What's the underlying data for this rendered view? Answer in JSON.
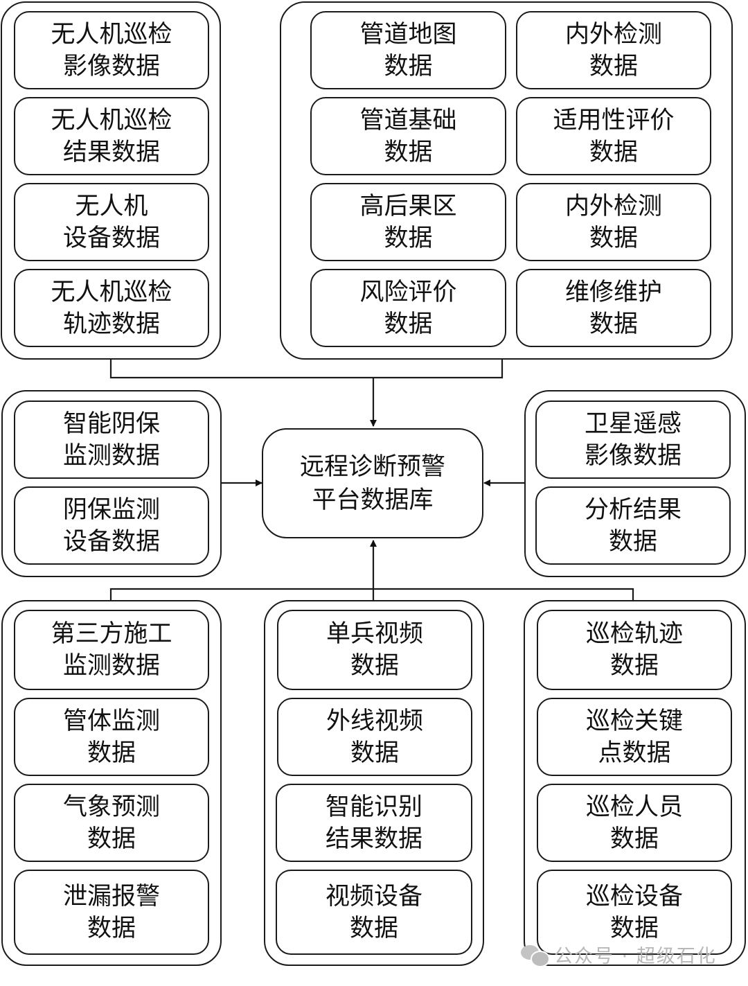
{
  "center": {
    "line1": "远程诊断预警",
    "line2": "平台数据库"
  },
  "groups": {
    "uav": [
      {
        "line1": "无人机巡检",
        "line2": "影像数据"
      },
      {
        "line1": "无人机巡检",
        "line2": "结果数据"
      },
      {
        "line1": "无人机",
        "line2": "设备数据"
      },
      {
        "line1": "无人机巡检",
        "line2": "轨迹数据"
      }
    ],
    "pipeline_left": [
      {
        "line1": "管道地图",
        "line2": "数据"
      },
      {
        "line1": "管道基础",
        "line2": "数据"
      },
      {
        "line1": "高后果区",
        "line2": "数据"
      },
      {
        "line1": "风险评价",
        "line2": "数据"
      }
    ],
    "pipeline_right": [
      {
        "line1": "内外检测",
        "line2": "数据"
      },
      {
        "line1": "适用性评价",
        "line2": "数据"
      },
      {
        "line1": "内外检测",
        "line2": "数据"
      },
      {
        "line1": "维修维护",
        "line2": "数据"
      }
    ],
    "cathodic": [
      {
        "line1": "智能阴保",
        "line2": "监测数据"
      },
      {
        "line1": "阴保监测",
        "line2": "设备数据"
      }
    ],
    "satellite": [
      {
        "line1": "卫星遥感",
        "line2": "影像数据"
      },
      {
        "line1": "分析结果",
        "line2": "数据"
      }
    ],
    "monitoring": [
      {
        "line1": "第三方施工",
        "line2": "监测数据"
      },
      {
        "line1": "管体监测",
        "line2": "数据"
      },
      {
        "line1": "气象预测",
        "line2": "数据"
      },
      {
        "line1": "泄漏报警",
        "line2": "数据"
      }
    ],
    "video": [
      {
        "line1": "单兵视频",
        "line2": "数据"
      },
      {
        "line1": "外线视频",
        "line2": "数据"
      },
      {
        "line1": "智能识别",
        "line2": "结果数据"
      },
      {
        "line1": "视频设备",
        "line2": "数据"
      }
    ],
    "patrol": [
      {
        "line1": "巡检轨迹",
        "line2": "数据"
      },
      {
        "line1": "巡检关键",
        "line2": "点数据"
      },
      {
        "line1": "巡检人员",
        "line2": "数据"
      },
      {
        "line1": "巡检设备",
        "line2": "数据"
      }
    ]
  },
  "watermark": {
    "text": "公众号 · 超级石化",
    "icon": "wechat-icon"
  }
}
